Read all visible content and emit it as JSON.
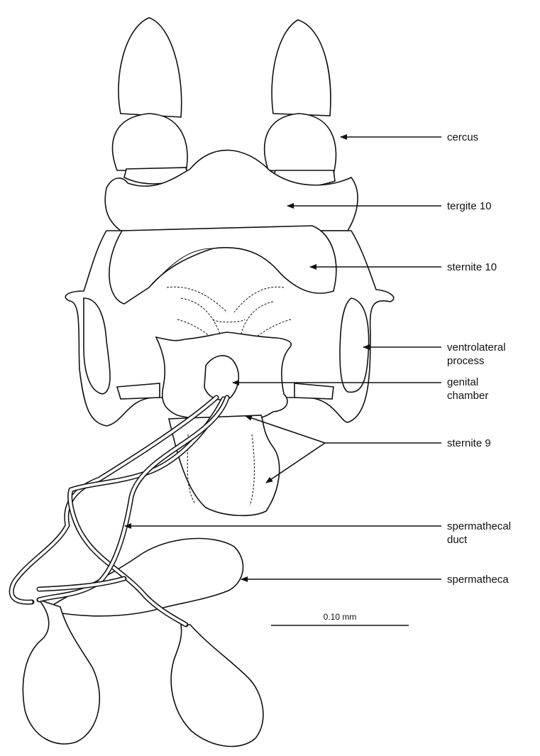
{
  "labels": {
    "cercus": "cercus",
    "tergite10": "tergite 10",
    "sternite10": "sternite 10",
    "ventrolateral_line1": "ventrolateral",
    "ventrolateral_line2": "process",
    "genital_line1": "genital",
    "genital_line2": "chamber",
    "sternite9": "sternite 9",
    "spermathecal_line1": "spermathecal",
    "spermathecal_line2": "duct",
    "spermatheca": "spermatheca"
  },
  "scale_bar": {
    "label": "0.10 mm"
  },
  "colors": {
    "ink": "#111111",
    "paper": "#ffffff"
  }
}
